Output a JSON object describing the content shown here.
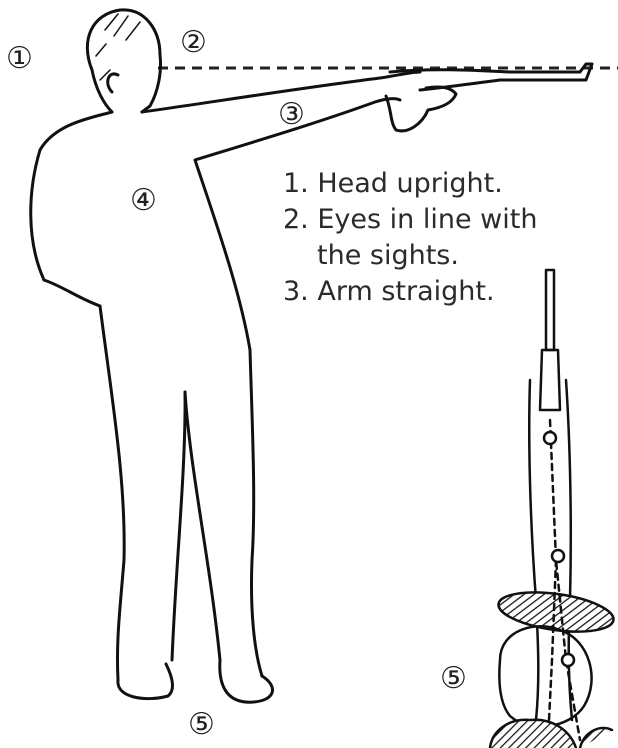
{
  "markers": {
    "m1": "①",
    "m2": "②",
    "m3": "③",
    "m4": "④",
    "m5_bottom": "⑤",
    "m5_right": "⑤"
  },
  "notes": [
    {
      "line": "1. Head upright."
    },
    {
      "line": "2. Eyes in line with",
      "cont": "the sights."
    },
    {
      "line": "3. Arm straight."
    }
  ]
}
